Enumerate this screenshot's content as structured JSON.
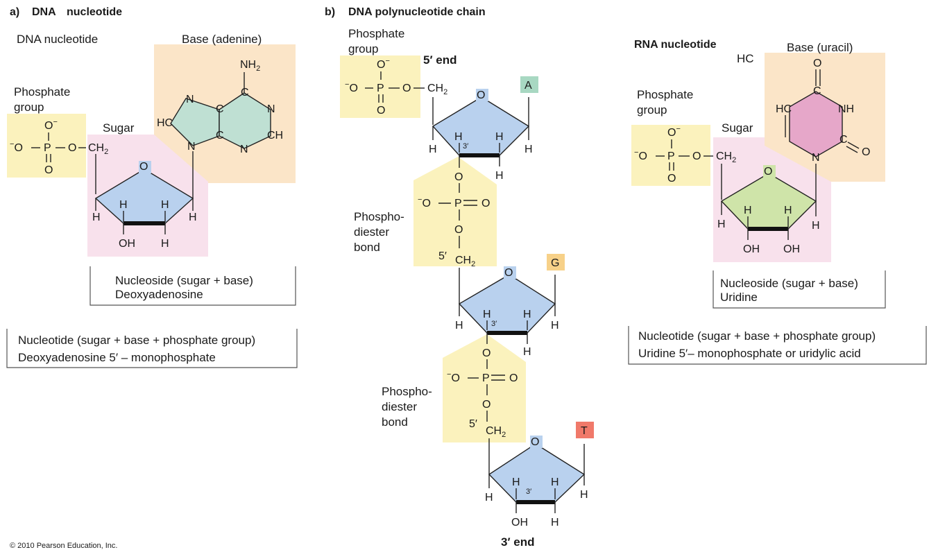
{
  "panel_a": {
    "letter": "a)",
    "heading_dna": "DNA",
    "heading_nucleotide": "nucleotide",
    "nucleotide_label": "DNA nucleotide",
    "base_label": "Base (adenine)",
    "phosphate_label_1": "Phosphate",
    "phosphate_label_2": "group",
    "sugar_label": "Sugar",
    "nucleoside_line1": "Nucleoside (sugar + base)",
    "nucleoside_line2": "Deoxyadenosine",
    "nucleotide_line1": "Nucleotide (sugar + base + phosphate group)",
    "nucleotide_line2": "Deoxyadenosine 5′ – monophosphate"
  },
  "panel_b": {
    "letter": "b)",
    "heading": "DNA polynucleotide chain",
    "phosphate_label_1": "Phosphate",
    "phosphate_label_2": "group",
    "five_end": "5′ end",
    "three_end": "3′ end",
    "bond_label_1": "Phospho-",
    "bond_label_2": "diester",
    "bond_label_3": "bond",
    "bases": [
      "A",
      "G",
      "T"
    ],
    "base_colors": [
      "#a8d8c2",
      "#f7d189",
      "#f0796a"
    ]
  },
  "panel_c": {
    "heading": "RNA nucleotide",
    "hc_label": "HC",
    "base_label": "Base (uracil)",
    "phosphate_label_1": "Phosphate",
    "phosphate_label_2": "group",
    "sugar_label": "Sugar",
    "nucleoside_line1": "Nucleoside (sugar + base)",
    "nucleoside_line2": "Uridine",
    "nucleotide_line1": "Nucleotide (sugar + base + phosphate group)",
    "nucleotide_line2": "Uridine 5′– monophosphate or uridylic acid"
  },
  "copyright": "© 2010 Pearson Education, Inc.",
  "colors": {
    "phosphate": "#fbf2bd",
    "sugar_region": "#f8e1ec",
    "base_region": "#fbe5c8",
    "deoxyribose": "#b9d1ee",
    "ribose": "#cfe4a9",
    "adenine": "#bfe0d3",
    "uracil": "#e6a7c9"
  }
}
